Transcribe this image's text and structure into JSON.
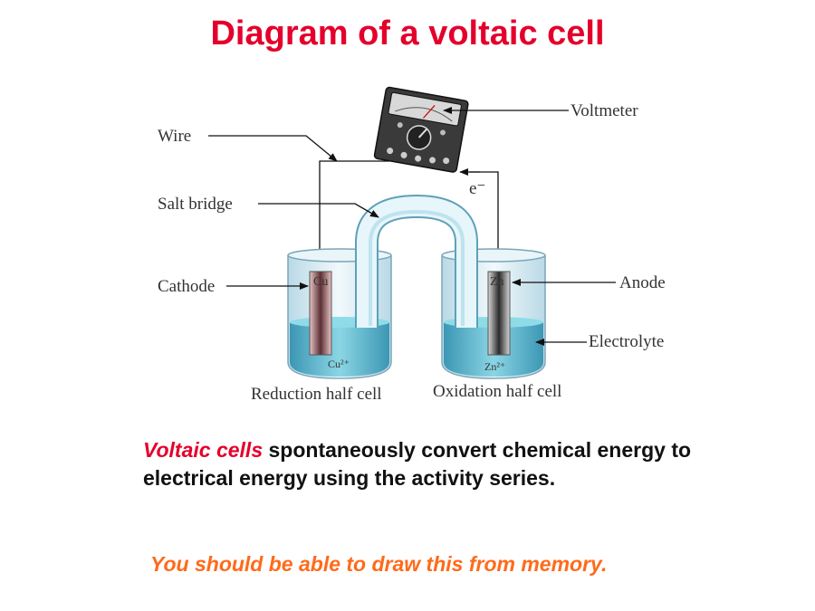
{
  "title": "Diagram of a voltaic cell",
  "diagram": {
    "labels": {
      "voltmeter": "Voltmeter",
      "wire": "Wire",
      "salt_bridge": "Salt bridge",
      "electron": "e⁻",
      "cathode": "Cathode",
      "anode": "Anode",
      "electrolyte": "Electrolyte",
      "reduction_half_cell": "Reduction half cell",
      "oxidation_half_cell": "Oxidation half cell"
    },
    "electrodes": {
      "left_metal": "Cu",
      "right_metal": "Zn"
    },
    "ions": {
      "left_ion": "Cu²⁺",
      "right_ion": "Zn²⁺"
    },
    "colors": {
      "electrolyte": "#3fb4c8",
      "glass": "#cfe8f0",
      "title": "#e4002b",
      "note": "#ff6a1a"
    }
  },
  "description": {
    "highlight": "Voltaic cells",
    "text": " spontaneously convert chemical energy to electrical energy using the activity series."
  },
  "note": "You should be able to draw this from memory."
}
